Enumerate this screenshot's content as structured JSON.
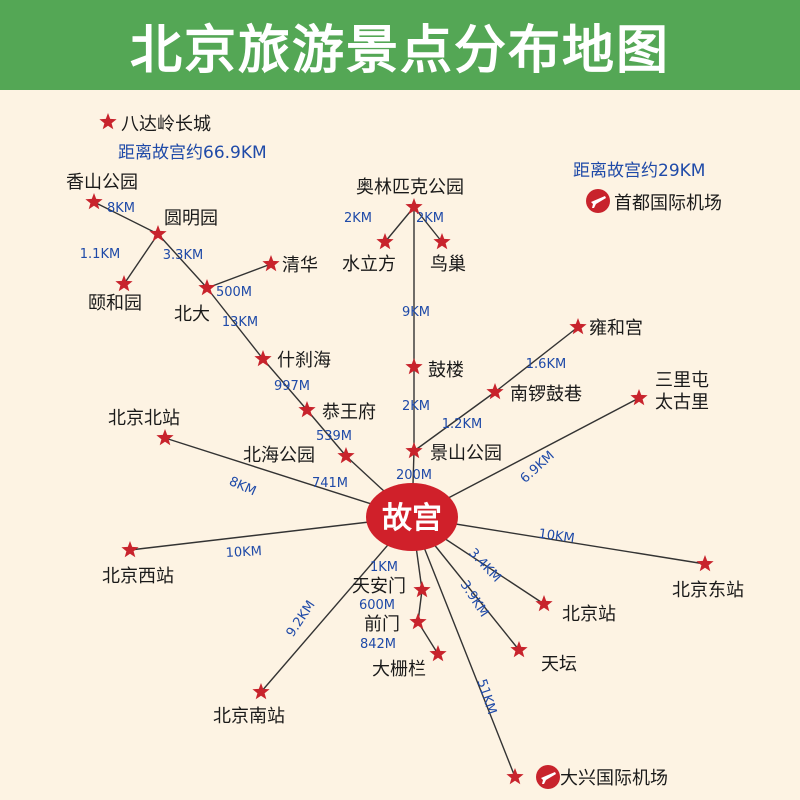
{
  "title": "北京旅游景点分布地图",
  "hub": {
    "label": "故宫"
  },
  "colors": {
    "header_bg": "#54a755",
    "background": "#fdf3e3",
    "star": "#c8232c",
    "hub": "#d0202a",
    "line": "#333333",
    "distance_text": "#1f4aa8",
    "text": "#1a1a1a"
  },
  "places": [
    {
      "id": "badaling",
      "label": "八达岭长城",
      "icon": "star-icon"
    },
    {
      "id": "xiangshan",
      "label": "香山公园",
      "icon": "star-icon"
    },
    {
      "id": "yuanmingyuan",
      "label": "圆明园",
      "icon": "star-icon"
    },
    {
      "id": "yiheyuan",
      "label": "颐和园",
      "icon": "star-icon"
    },
    {
      "id": "beida",
      "label": "北大",
      "icon": "star-icon"
    },
    {
      "id": "qinghua",
      "label": "清华",
      "icon": "star-icon"
    },
    {
      "id": "shichahai",
      "label": "什刹海",
      "icon": "star-icon"
    },
    {
      "id": "gongwangfu",
      "label": "恭王府",
      "icon": "star-icon"
    },
    {
      "id": "beihai",
      "label": "北海公园",
      "icon": "star-icon"
    },
    {
      "id": "aolinpike",
      "label": "奥林匹克公园",
      "icon": "star-icon"
    },
    {
      "id": "shuilifang",
      "label": "水立方",
      "icon": "star-icon"
    },
    {
      "id": "niaochao",
      "label": "鸟巢",
      "icon": "star-icon"
    },
    {
      "id": "gulou",
      "label": "鼓楼",
      "icon": "star-icon"
    },
    {
      "id": "jingshan",
      "label": "景山公园",
      "icon": "star-icon"
    },
    {
      "id": "nanluoguxiang",
      "label": "南锣鼓巷",
      "icon": "star-icon"
    },
    {
      "id": "yonghegong",
      "label": "雍和宫",
      "icon": "star-icon"
    },
    {
      "id": "sanlitun",
      "label": "三里屯\n太古里",
      "icon": "star-icon"
    },
    {
      "id": "beijingbeizhan",
      "label": "北京北站",
      "icon": "star-icon"
    },
    {
      "id": "beijingxizhan",
      "label": "北京西站",
      "icon": "star-icon"
    },
    {
      "id": "beijingdongzhan",
      "label": "北京东站",
      "icon": "star-icon"
    },
    {
      "id": "beijingzhan",
      "label": "北京站",
      "icon": "star-icon"
    },
    {
      "id": "tiantan",
      "label": "天坛",
      "icon": "star-icon"
    },
    {
      "id": "tiananmen",
      "label": "天安门",
      "icon": "star-icon"
    },
    {
      "id": "qianmen",
      "label": "前门",
      "icon": "star-icon"
    },
    {
      "id": "dashilan",
      "label": "大栅栏",
      "icon": "star-icon"
    },
    {
      "id": "beijingnanzhan",
      "label": "北京南站",
      "icon": "star-icon"
    },
    {
      "id": "daxing",
      "label": "大兴国际机场",
      "icon": "airplane-icon"
    },
    {
      "id": "shoudu",
      "label": "首都国际机场",
      "icon": "airplane-icon"
    }
  ],
  "distances": [
    {
      "id": "d-xiangshan-yuanmingyuan",
      "text": "8KM"
    },
    {
      "id": "d-yiheyuan-yuanmingyuan",
      "text": "1.1KM"
    },
    {
      "id": "d-yuanmingyuan-beida",
      "text": "3.3KM"
    },
    {
      "id": "d-beida-qinghua",
      "text": "500M"
    },
    {
      "id": "d-beida-shichahai",
      "text": "13KM"
    },
    {
      "id": "d-shichahai-gongwangfu",
      "text": "997M"
    },
    {
      "id": "d-gongwangfu-beihai",
      "text": "539M"
    },
    {
      "id": "d-beihai-hub",
      "text": "741M"
    },
    {
      "id": "d-aolin-shuilifang",
      "text": "2KM"
    },
    {
      "id": "d-aolin-niaochao",
      "text": "2KM"
    },
    {
      "id": "d-aolin-gulou",
      "text": "9KM"
    },
    {
      "id": "d-gulou-jingshan",
      "text": "2KM"
    },
    {
      "id": "d-jingshan-hub",
      "text": "200M"
    },
    {
      "id": "d-nanluo-yonghe",
      "text": "1.6KM"
    },
    {
      "id": "d-jingshan-nanluo",
      "text": "1.2KM"
    },
    {
      "id": "d-sanlitun-hub",
      "text": "6.9KM"
    },
    {
      "id": "d-beizhan-hub",
      "text": "8KM"
    },
    {
      "id": "d-xizhan-hub",
      "text": "10KM"
    },
    {
      "id": "d-dongzhan-hub",
      "text": "10KM"
    },
    {
      "id": "d-beijingzhan-hub",
      "text": "3.4KM"
    },
    {
      "id": "d-tiantan-hub",
      "text": "3.9KM"
    },
    {
      "id": "d-tiananmen-hub",
      "text": "1KM"
    },
    {
      "id": "d-tiananmen-qianmen",
      "text": "600M"
    },
    {
      "id": "d-qianmen-dashilan",
      "text": "842M"
    },
    {
      "id": "d-nanzhan-hub",
      "text": "9.2KM"
    },
    {
      "id": "d-daxing-hub",
      "text": "51KM"
    }
  ],
  "notes": {
    "badaling": "距离故宫约66.9KM",
    "shoudu": "距离故宫约29KM"
  }
}
